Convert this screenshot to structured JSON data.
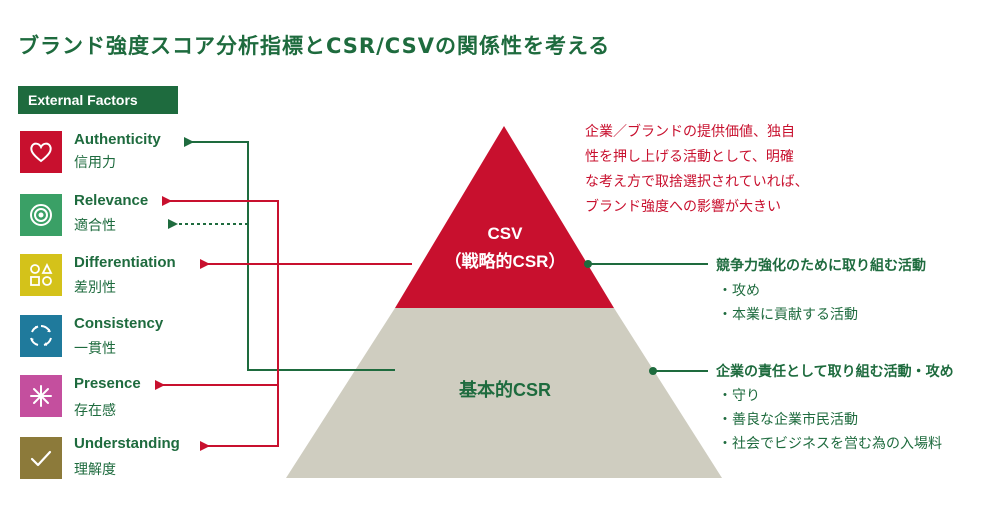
{
  "title": "ブランド強度スコア分析指標とCSR/CSVの関係性を考える",
  "section_tag": "External Factors",
  "factors": [
    {
      "en": "Authenticity",
      "ja": "信用力",
      "color": "#c8102e",
      "icon": "heart-icon"
    },
    {
      "en": "Relevance",
      "ja": "適合性",
      "color": "#3aa066",
      "icon": "target-icon"
    },
    {
      "en": "Differentiation",
      "ja": "差別性",
      "color": "#d4c21a",
      "icon": "shapes-icon"
    },
    {
      "en": "Consistency",
      "ja": "一貫性",
      "color": "#1f7a9c",
      "icon": "cycle-icon"
    },
    {
      "en": "Presence",
      "ja": "存在感",
      "color": "#c44f9e",
      "icon": "sparkle-icon"
    },
    {
      "en": "Understanding",
      "ja": "理解度",
      "color": "#8c7a3a",
      "icon": "check-icon"
    }
  ],
  "pyramid": {
    "top_line1": "CSV",
    "top_line2": "（戦略的CSR）",
    "bottom": "基本的CSR",
    "top_color": "#c8102e",
    "bottom_color": "#cfcdc0"
  },
  "red_note": [
    "企業／ブランドの提供価値、独自",
    "性を押し上げる活動として、明確",
    "な考え方で取捨選択されていれば、",
    "ブランド強度への影響が大きい"
  ],
  "csv_note": {
    "title": "競争力強化のために取り組む活動",
    "items": [
      "・攻め",
      "・本業に貢献する活動"
    ]
  },
  "csr_note": {
    "title": "企業の責任として取り組む活動・攻め",
    "items": [
      "・守り",
      "・善良な企業市民活動",
      "・社会でビジネスを営む為の入場料"
    ]
  },
  "colors": {
    "green": "#1e6b3e",
    "red": "#c8102e"
  }
}
